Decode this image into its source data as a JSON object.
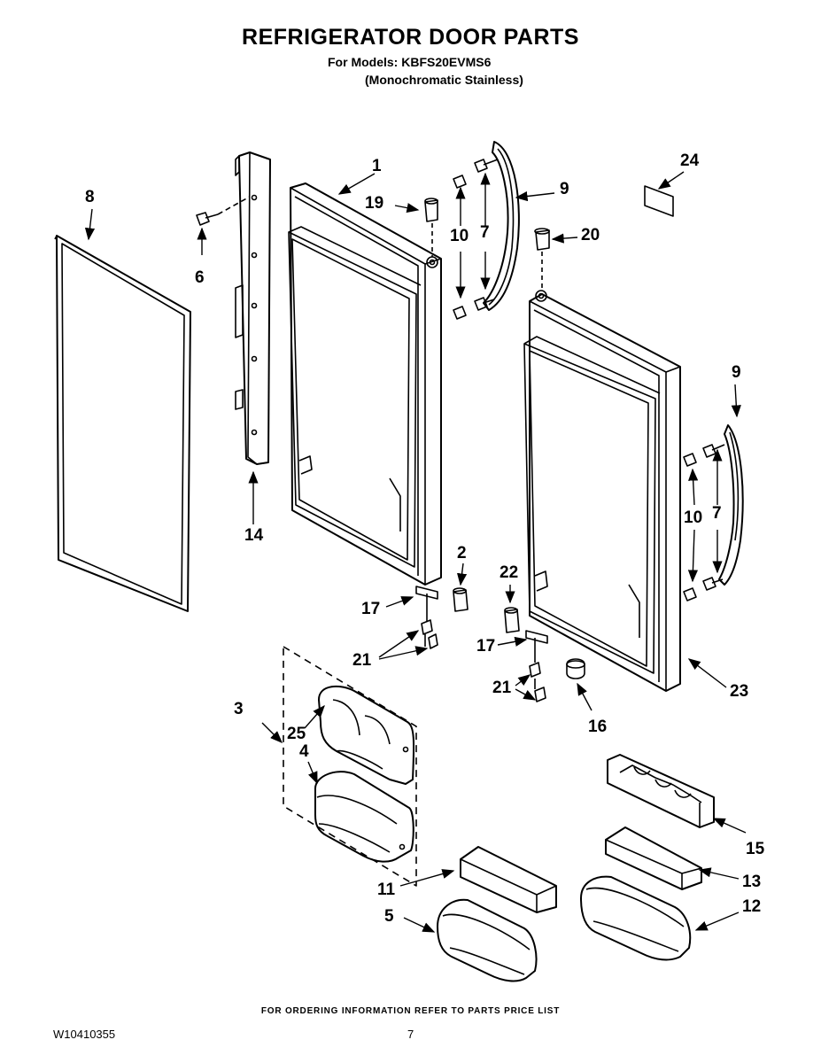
{
  "header": {
    "title": "REFRIGERATOR DOOR PARTS",
    "models": "For Models: KBFS20EVMS6",
    "finish": "(Monochromatic Stainless)"
  },
  "callouts": [
    "1",
    "2",
    "3",
    "4",
    "5",
    "6",
    "7",
    "7",
    "8",
    "9",
    "9",
    "10",
    "10",
    "11",
    "12",
    "13",
    "14",
    "15",
    "16",
    "17",
    "17",
    "19",
    "20",
    "21",
    "21",
    "22",
    "23",
    "24",
    "25"
  ],
  "footer": {
    "ordering_note": "FOR ORDERING INFORMATION REFER TO PARTS PRICE LIST",
    "doc_number": "W10410355",
    "page_number": "7"
  }
}
